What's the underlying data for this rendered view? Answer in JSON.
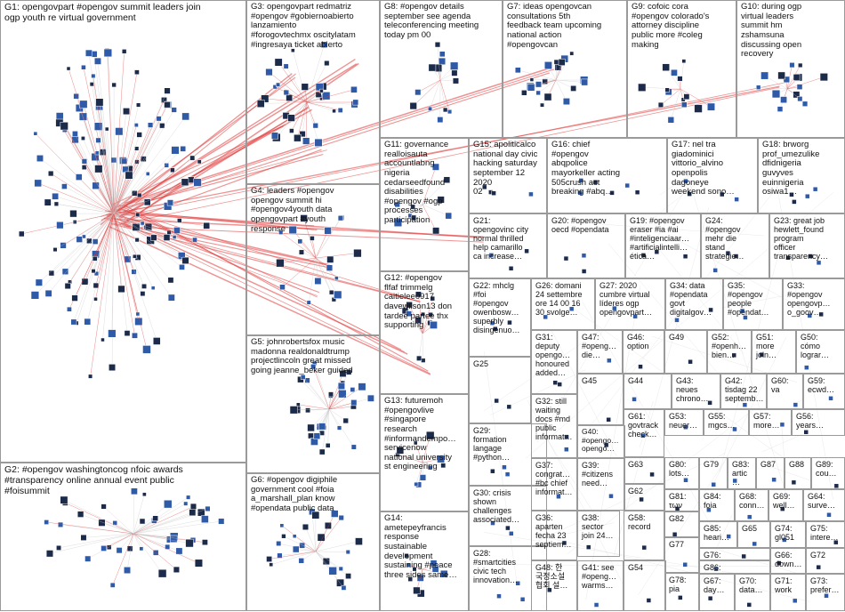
{
  "groups": [
    {
      "id": "g1",
      "text": "G1: opengovpart #opengov summit leaders join\nogp youth re virtual government"
    },
    {
      "id": "g2",
      "text": "G2: #opengov washingtoncog nfoic awards\n#transparency online annual event public\n#foisummit"
    },
    {
      "id": "g3",
      "text": "G3: opengovpart redmatriz\n#opengov #gobiernoabierto\nlanzamiento\n#forogovtechmx oscitylatam\n#ingresaya ticket abierto"
    },
    {
      "id": "g4",
      "text": "G4: leaders #opengov\nopengov summit hi\n#opengov4youth data\nopengovpart #youth\nresponse"
    },
    {
      "id": "g5",
      "text": "G5: johnrobertsfox music\nmadonna realdonaldtrump\nprojectlincoln great missed\ngoing jeanne_beker guided"
    },
    {
      "id": "g6",
      "text": "G6: #opengov digiphile\ngovernment cool #foia\na_marshall_plan know\n#opendata public data"
    },
    {
      "id": "g7",
      "text": "G7: ideas opengovcan\nconsultations 5th\nfeedback team upcoming\nnational action\n#opengovcan"
    },
    {
      "id": "g8",
      "text": "G8: #opengov details\nseptember see agenda\nteleconferencing meeting\ntoday pm 00"
    },
    {
      "id": "g9",
      "text": "G9: cofoic cora\n#opengov colorado's\nattorney discipline\npublic more #coleg\nmaking"
    },
    {
      "id": "g10",
      "text": "G10: during ogp\nvirtual leaders\nsummit hm\nzshamsuna\ndiscussing open\nrecovery"
    },
    {
      "id": "g11",
      "text": "G11: governance\nrealloisauta\naccountlabng\nnigeria\ncedarseedfound\ndisabilities\n#opengov #ogp\nprocesses\nparticipation"
    },
    {
      "id": "g12",
      "text": "G12: #opengov\nflfaf trimmelg\ncaitielee0917\ndavewilson13 don\ntardee partee thx\nsupporting"
    },
    {
      "id": "g13",
      "text": "G13: futuremoh\n#opengovlive\n#singapore\nresearch\n#informandempo…\nservicenow\nnational university\nst engineering"
    },
    {
      "id": "g14",
      "text": "G14:\nametepeyfrancis\nresponse\nsustainable\ndevelopment\nsustaining #peace\nthree sides same…"
    },
    {
      "id": "g15",
      "text": "G15: apoliticalco\nnational day civic\nhacking saturday\nseptember 12 2020\n02"
    },
    {
      "id": "g16",
      "text": "G16: chief\n#opengov\nabqpolice\nmayorkeller acting\n505crush act\nbreaking #abq…"
    },
    {
      "id": "g17",
      "text": "G17: nel tra\ngiadominici\nvittorio_alvino\nopenpolis\ndagoneye\nweekend sono…"
    },
    {
      "id": "g18",
      "text": "G18: brworg\nprof_umezulike\ndfidnigeria\nguvyves\neuinnigeria\nosiwa1…"
    },
    {
      "id": "g19",
      "text": "G19: #opengov\neraser #ia #ai\n#inteligenciaar…\n#artificialintelli…\nética…"
    },
    {
      "id": "g20",
      "text": "G20: #opengov\noecd #opendata"
    },
    {
      "id": "g21",
      "text": "G21:\nopengovinc city\nnormal thrilled\nhelp camarillo\nca increase…"
    },
    {
      "id": "g22",
      "text": "G22: mhclg\n#foi\n#opengov\nowenbosw…\nsuperbly\ndisingenuo…"
    },
    {
      "id": "g23",
      "text": "G23: great job\nhewlett_found\nprogram\nofficer\ntransparency…"
    },
    {
      "id": "g24",
      "text": "G24:\n#opengov\nmehr die\nstand\nstrategie…"
    },
    {
      "id": "g25",
      "text": "G25"
    },
    {
      "id": "g26",
      "text": "G26: domani\n24 settembre\nore 14 00 16\n30 svolge…"
    },
    {
      "id": "g27",
      "text": "G27: 2020\ncumbre virtual\nlíderes ogp\nopengovpart…"
    },
    {
      "id": "g28",
      "text": "G28:\n#smartcities\ncivic tech\ninnovation…"
    },
    {
      "id": "g29",
      "text": "G29:\nformation\nlangage\n#python…"
    },
    {
      "id": "g30",
      "text": "G30: crisis\nshown\nchallenges\nassociated…"
    },
    {
      "id": "g31",
      "text": "G31:\ndeputy\nopengo…\nhonoured\nadded…"
    },
    {
      "id": "g32",
      "text": "G32: still\nwaiting\ndocs #md\npublic\ninformat…"
    },
    {
      "id": "g33",
      "text": "G33:\n#opengov\nopengovp…\no_goov…"
    },
    {
      "id": "g34",
      "text": "G34: data\n#opendata\ngovt\ndigitalgov…"
    },
    {
      "id": "g35",
      "text": "G35:\n#opengov\npeople\n#opendat…"
    },
    {
      "id": "g36",
      "text": "G36:\naparten\nfecha 23\nseptiem…"
    },
    {
      "id": "g37",
      "text": "G37:\ncongrat…\n#bc chief\ninformat…"
    },
    {
      "id": "g38",
      "text": "G38:\nsector\njoin 24…"
    },
    {
      "id": "g39",
      "text": "G39:\n#citizens\nneed…"
    },
    {
      "id": "g40",
      "text": "G40:\n#opengo…\nopengo…"
    },
    {
      "id": "g41",
      "text": "G41: see\n#openg…\nwarms…"
    },
    {
      "id": "g42",
      "text": "G42:\ntisdag 22\nseptemb…"
    },
    {
      "id": "g43",
      "text": "G43:\nneues\nchrono…"
    },
    {
      "id": "g44",
      "text": "G44"
    },
    {
      "id": "g45",
      "text": "G45"
    },
    {
      "id": "g46",
      "text": "G46:\noption"
    },
    {
      "id": "g47",
      "text": "G47:\n#openg…\ndie…"
    },
    {
      "id": "g48",
      "text": "G48: 한\n국정소설\n협회 설…"
    },
    {
      "id": "g49",
      "text": "G49"
    },
    {
      "id": "g50",
      "text": "G50:\ncómo\nlograr…"
    },
    {
      "id": "g51",
      "text": "G51:\nmore\njoin…"
    },
    {
      "id": "g52",
      "text": "G52:\n#openh…\nbien…"
    },
    {
      "id": "g53",
      "text": "G53:\nneuer…"
    },
    {
      "id": "g54",
      "text": "G54"
    },
    {
      "id": "g55",
      "text": "G55:\nmgcs…"
    },
    {
      "id": "g56",
      "text": "G56:\nyears…"
    },
    {
      "id": "g57",
      "text": "G57:\nmore…"
    },
    {
      "id": "g58",
      "text": "G58:\nrecord"
    },
    {
      "id": "g59",
      "text": "G59:\necwd…"
    },
    {
      "id": "g60",
      "text": "G60:\nva"
    },
    {
      "id": "g61",
      "text": "G61:\ngovtrack\ncheck…"
    },
    {
      "id": "g62",
      "text": "G62"
    },
    {
      "id": "g63",
      "text": "G63"
    },
    {
      "id": "g64",
      "text": "G64:\nsurve…"
    },
    {
      "id": "g65",
      "text": "G65"
    },
    {
      "id": "g66",
      "text": "G66:\ndown…"
    },
    {
      "id": "g67",
      "text": "G67:\nday…"
    },
    {
      "id": "g68",
      "text": "G68:\nconn…"
    },
    {
      "id": "g69",
      "text": "G69:\nwell…"
    },
    {
      "id": "g70",
      "text": "G70:\ndata…"
    },
    {
      "id": "g71",
      "text": "G71:\nwork"
    },
    {
      "id": "g72",
      "text": "G72"
    },
    {
      "id": "g73",
      "text": "G73:\nprefer…"
    },
    {
      "id": "g74",
      "text": "G74:\ngl051"
    },
    {
      "id": "g75",
      "text": "G75:\ninterе…"
    },
    {
      "id": "g76",
      "text": "G76:\nproviderespo…"
    },
    {
      "id": "g77",
      "text": "G77"
    },
    {
      "id": "g78",
      "text": "G78:\npia"
    },
    {
      "id": "g79",
      "text": "G79"
    },
    {
      "id": "g80",
      "text": "G80:\nlots…"
    },
    {
      "id": "g81",
      "text": "G81:\nτων"
    },
    {
      "id": "g82",
      "text": "G82"
    },
    {
      "id": "g83",
      "text": "G83:\nartic…"
    },
    {
      "id": "g84",
      "text": "G84:\nfoia"
    },
    {
      "id": "g85",
      "text": "G85:\nheari…"
    },
    {
      "id": "g86",
      "text": "G86:\nprovideresp…"
    },
    {
      "id": "g87",
      "text": "G87"
    },
    {
      "id": "g88",
      "text": "G88"
    },
    {
      "id": "g89",
      "text": "G89:\ncou…"
    }
  ],
  "colors": {
    "edge_heavy": "#e03a3a",
    "edge_light": "#c8c8c8",
    "border": "#9a9a9a",
    "node_dark": "#1d2b4a",
    "node_blue": "#2f5aa8"
  }
}
